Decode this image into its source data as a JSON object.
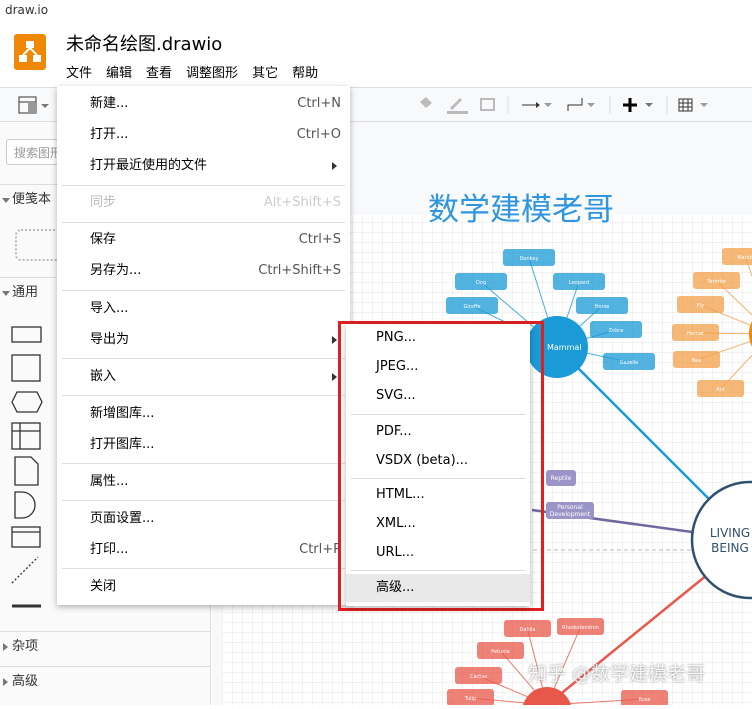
{
  "window_title": "draw.io",
  "doc_title": "未命名绘图.drawio",
  "menubar": [
    "文件",
    "编辑",
    "查看",
    "调整图形",
    "其它",
    "帮助"
  ],
  "sidebar": {
    "search_placeholder": "搜索图形",
    "sections": [
      "便笺本",
      "通用",
      "杂项",
      "高级"
    ]
  },
  "file_menu": [
    {
      "label": "新建...",
      "shortcut": "Ctrl+N"
    },
    {
      "label": "打开...",
      "shortcut": "Ctrl+O"
    },
    {
      "label": "打开最近使用的文件",
      "submenu": true
    },
    {
      "label": "同步",
      "shortcut": "Alt+Shift+S",
      "disabled": true
    },
    {
      "label": "保存",
      "shortcut": "Ctrl+S"
    },
    {
      "label": "另存为...",
      "shortcut": "Ctrl+Shift+S"
    },
    {
      "label": "导入..."
    },
    {
      "label": "导出为",
      "submenu": true
    },
    {
      "label": "嵌入",
      "submenu": true
    },
    {
      "label": "新增图库..."
    },
    {
      "label": "打开图库..."
    },
    {
      "label": "属性..."
    },
    {
      "label": "页面设置..."
    },
    {
      "label": "打印...",
      "shortcut": "Ctrl+P"
    },
    {
      "label": "关闭"
    }
  ],
  "export_menu": [
    "PNG...",
    "JPEG...",
    "SVG...",
    "PDF...",
    "VSDX (beta)...",
    "HTML...",
    "XML...",
    "URL...",
    "高级..."
  ],
  "export_highlight": "高级...",
  "highlight_color": "#e02020",
  "diagram": {
    "title": "数学建模老哥",
    "center": "LIVING BEING",
    "mammal": {
      "label": "Mammal",
      "color": "#1a9ad6",
      "nodes": [
        "Donkey",
        "Dog",
        "Leopard",
        "Giraffe",
        "Horse",
        "Zebra",
        "Gazelle"
      ]
    },
    "insect": {
      "color": "#f2a04a",
      "nodes": [
        "Mantis",
        "Termite",
        "Fly",
        "Hornet",
        "Bee",
        "Ant"
      ]
    },
    "plant": {
      "color": "#e8584a",
      "nodes": [
        "Dahlia",
        "Rhododendron",
        "Petunia",
        "Cactus",
        "Tulip",
        "Rose"
      ]
    },
    "purple_nodes": [
      "Reptile",
      "Personal Development"
    ]
  },
  "watermark": "知乎 @数学建模老哥"
}
